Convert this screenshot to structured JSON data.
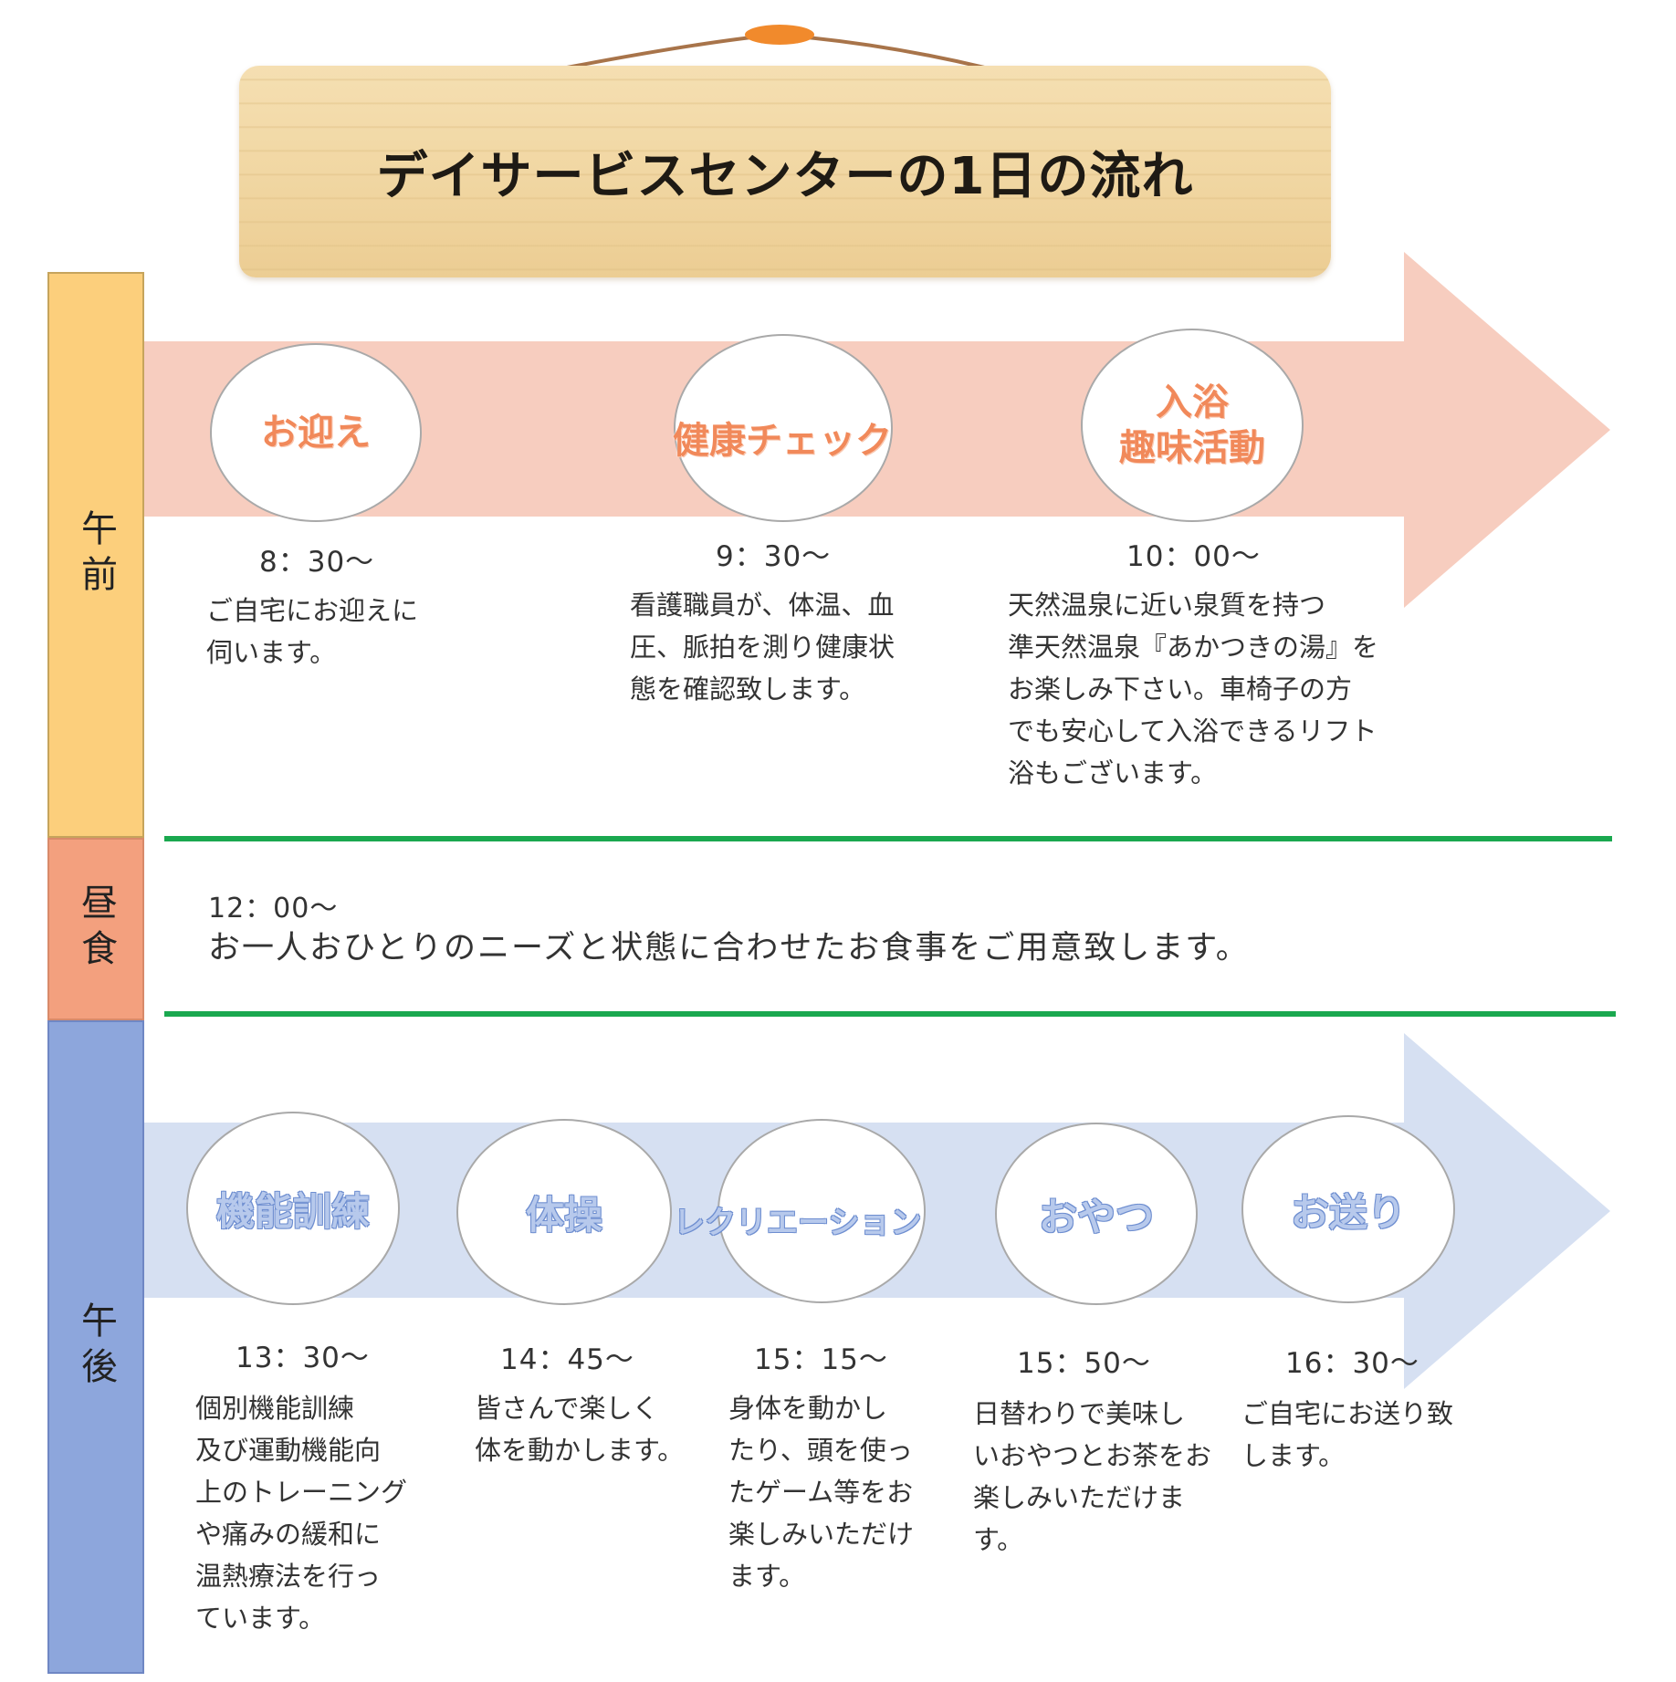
{
  "title": "デイサービスセンターの1日の流れ",
  "colors": {
    "am_bar": "#fccf7c",
    "lunch_bar": "#f3a07e",
    "pm_bar": "#8da6dc",
    "am_arrow": "#f7cdbf",
    "pm_arrow": "#d6e0f2",
    "am_text": "#f1895a",
    "pm_text_outline": "#6e8ed0",
    "divider": "#1aa84f"
  },
  "periods": {
    "am": "午前",
    "lunch": "昼食",
    "pm": "午後"
  },
  "morning": [
    {
      "label": "お迎え",
      "time": "8：30～",
      "desc": "ご自宅にお迎えに\n伺います。"
    },
    {
      "label": "健康チェック",
      "time": "9：30～",
      "desc": "看護職員が、体温、血\n圧、脈拍を測り健康状\n態を確認致します。"
    },
    {
      "label": "入浴\n趣味活動",
      "time": "10：00～",
      "desc": "天然温泉に近い泉質を持つ\n準天然温泉『あかつきの湯』を\nお楽しみ下さい。車椅子の方\nでも安心して入浴できるリフト\n浴もございます。"
    }
  ],
  "lunch": {
    "time": "12：00～",
    "desc": "お一人おひとりのニーズと状態に合わせたお食事をご用意致します。"
  },
  "afternoon": [
    {
      "label": "機能訓練",
      "time": "13：30～",
      "desc": "個別機能訓練\n及び運動機能向\n上のトレーニング\nや痛みの緩和に\n温熱療法を行っ\nています。"
    },
    {
      "label": "体操",
      "time": "14：45～",
      "desc": "皆さんで楽しく\n体を動かします。"
    },
    {
      "label": "レクリエーション",
      "time": "15：15～",
      "desc": "身体を動かし\nたり、頭を使っ\nたゲーム等をお\n楽しみいただけ\nます。"
    },
    {
      "label": "おやつ",
      "time": "15：50～",
      "desc": "日替わりで美味し\nいおやつとお茶をお\n楽しみいただけま\nす。"
    },
    {
      "label": "お送り",
      "time": "16：30～",
      "desc": "ご自宅にお送り致\nします。"
    }
  ]
}
